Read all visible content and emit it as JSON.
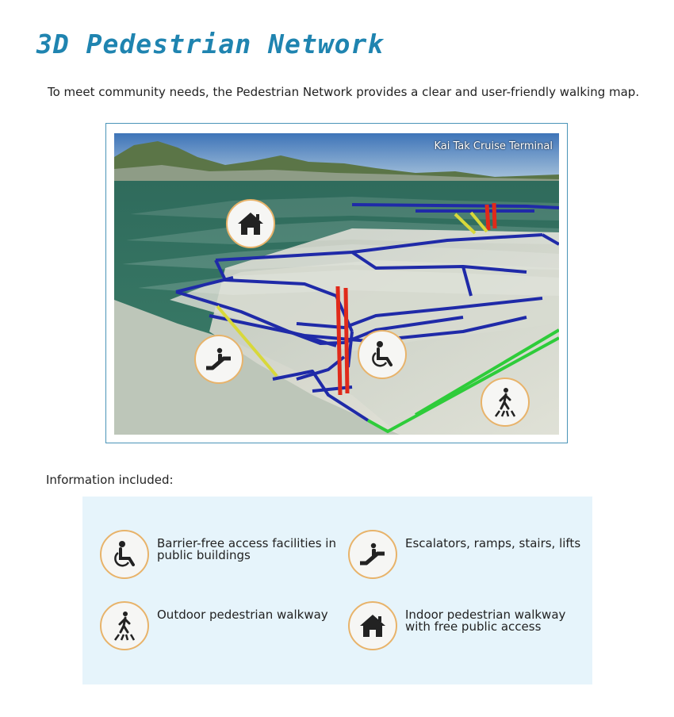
{
  "page": {
    "title": "3D Pedestrian Network",
    "intro": "To meet community needs, the Pedestrian Network provides a clear and user-friendly walking map."
  },
  "map": {
    "location_label": "Kai Tak Cruise Terminal",
    "markers": [
      "house-icon",
      "escalator-icon",
      "wheelchair-icon",
      "pedestrian-crossing-icon"
    ]
  },
  "info": {
    "heading": "Information included:",
    "items": [
      {
        "icon": "wheelchair-icon",
        "label": "Barrier-free access facilities in public buildings"
      },
      {
        "icon": "escalator-icon",
        "label": "Escalators, ramps, stairs, lifts"
      },
      {
        "icon": "pedestrian-crossing-icon",
        "label": "Outdoor pedestrian walkway"
      },
      {
        "icon": "house-icon",
        "label": "Indoor pedestrian walkway with free public access"
      }
    ]
  },
  "colors": {
    "title": "#1f84b0",
    "indoor_route": "#1f2aa8",
    "outdoor_route": "#2ecc3a",
    "vertical_link": "#e02a1a",
    "ramp": "#d8d83a",
    "icon_border": "#e8b36a",
    "info_background": "#e6f4fb"
  }
}
